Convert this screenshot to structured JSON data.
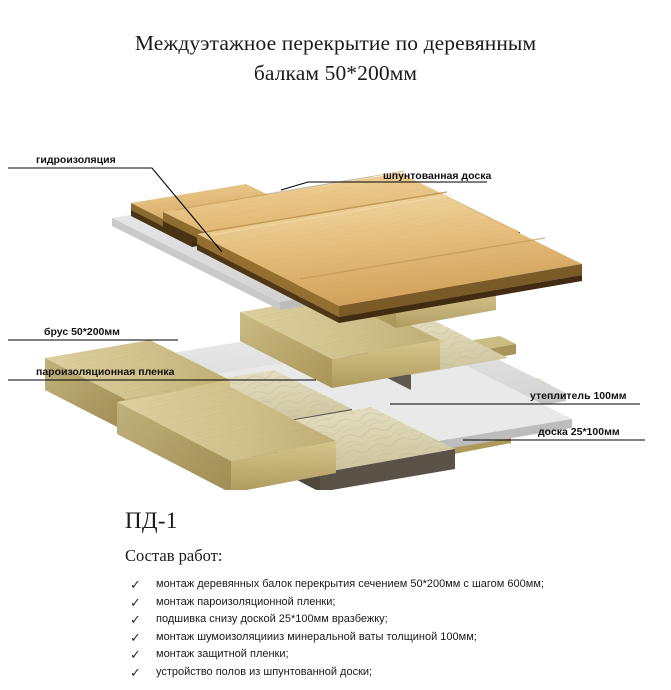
{
  "title": {
    "line1": "Междуэтажное перекрытие по деревянным",
    "line2": "балкам 50*200мм"
  },
  "diagram": {
    "name": "Изометрическая схема междуэтажного перекрытия",
    "colors": {
      "floorboard_top": "#e2b871",
      "floorboard_light": "#efd49c",
      "floorboard_edge": "#8a6a2e",
      "floorboard_dark_edge": "#4a3314",
      "beam_top": "#cdbd80",
      "beam_face": "#c2b073",
      "beam_end": "#b3a066",
      "beam_shadow": "#9d8a52",
      "insulation": "#ded8bb",
      "insulation_dark": "#c9c2a0",
      "insulation_edge": "#4e473c",
      "film_light": "#e4e4e4",
      "film_mid": "#cfcfcf",
      "film_shadow": "#b6b6b6",
      "leader_line": "#000000"
    },
    "labels": [
      {
        "id": "gidroizolyaciya",
        "text": "гидроизоляция"
      },
      {
        "id": "shpuntovannaya-doska",
        "text": "шпунтованная доска"
      },
      {
        "id": "brus",
        "text": "брус 50*200мм"
      },
      {
        "id": "paroizolyacionnaya-plenka",
        "text": "пароизоляционная пленка"
      },
      {
        "id": "uteplitel",
        "text": "утеплитель 100мм"
      },
      {
        "id": "doska",
        "text": "доска 25*100мм"
      }
    ]
  },
  "spec": {
    "code": "ПД-1",
    "heading": "Состав работ:",
    "check_glyph": "✓",
    "items": [
      "монтаж деревянных балок перекрытия сечением 50*200мм с шагом 600мм;",
      "монтаж пароизоляционной пленки;",
      "подшивка снизу доской 25*100мм вразбежку;",
      "монтаж шумоизоляциииз минеральной ваты толщиной 100мм;",
      "монтаж защитной пленки;",
      "устройство полов из шпунтованной доски;"
    ]
  }
}
